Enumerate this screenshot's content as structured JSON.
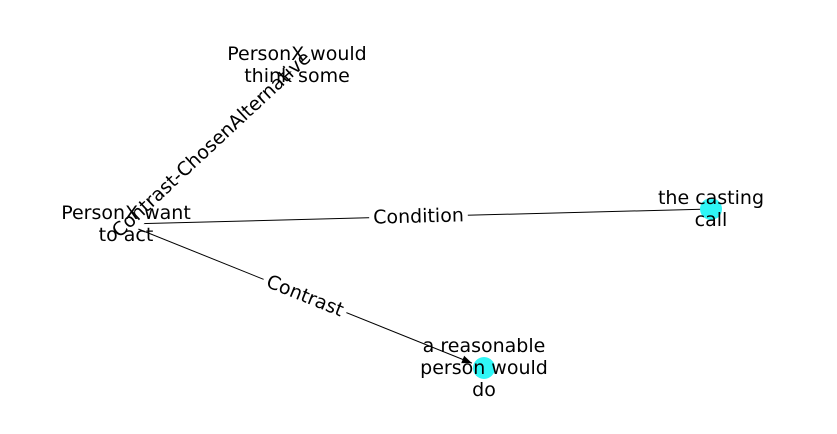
{
  "graph": {
    "node_color": "#2ff6f6",
    "edge_color": "#000000",
    "nodes": [
      {
        "id": "personx_want_to_act",
        "label_lines": [
          "PersonX want",
          "to act"
        ]
      },
      {
        "id": "personx_would_think_some",
        "label_lines": [
          "PersonX would",
          "think some"
        ]
      },
      {
        "id": "the_casting_call",
        "label_lines": [
          "the casting",
          "call"
        ]
      },
      {
        "id": "a_reasonable_person_would_do",
        "label_lines": [
          "a reasonable",
          "person would",
          "do"
        ]
      }
    ],
    "edges": [
      {
        "source": "personx_want_to_act",
        "target": "personx_would_think_some",
        "label": "Contrast-ChosenAlternative",
        "directed": false
      },
      {
        "source": "personx_want_to_act",
        "target": "the_casting_call",
        "label": "Condition",
        "directed": false
      },
      {
        "source": "personx_want_to_act",
        "target": "a_reasonable_person_would_do",
        "label": "Contrast",
        "directed": true
      }
    ]
  }
}
